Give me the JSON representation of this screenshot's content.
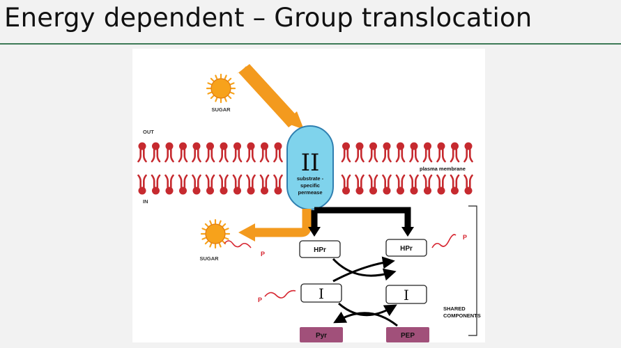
{
  "slide": {
    "title": "Energy dependent – Group translocation"
  },
  "diagram": {
    "labels": {
      "sugar_top": "SUGAR",
      "sugar_bottom": "SUGAR",
      "out": "OUT",
      "in": "IN",
      "membrane": "plasma membrane",
      "enzyme_ii": "II",
      "permease_line1": "substrate -",
      "permease_line2": "specific",
      "permease_line3": "permease",
      "hpr_left": "HPr",
      "hpr_right": "HPr",
      "enzyme_i_left": "I",
      "enzyme_i_right": "I",
      "pyr": "Pyr",
      "pep": "PEP",
      "phosphate_hpr": "P",
      "phosphate_i": "P",
      "phosphate_sugar": "P",
      "shared_line1": "SHARED",
      "shared_line2": "COMPONENTS"
    },
    "colors": {
      "membrane": "#c62a2f",
      "permease_fill": "#7fd3ec",
      "permease_stroke": "#2f7fb0",
      "arrow_orange": "#f39a1e",
      "sun": "#f7a21b",
      "box_purple": "#a1507a",
      "phosphate": "#d6232e"
    }
  }
}
